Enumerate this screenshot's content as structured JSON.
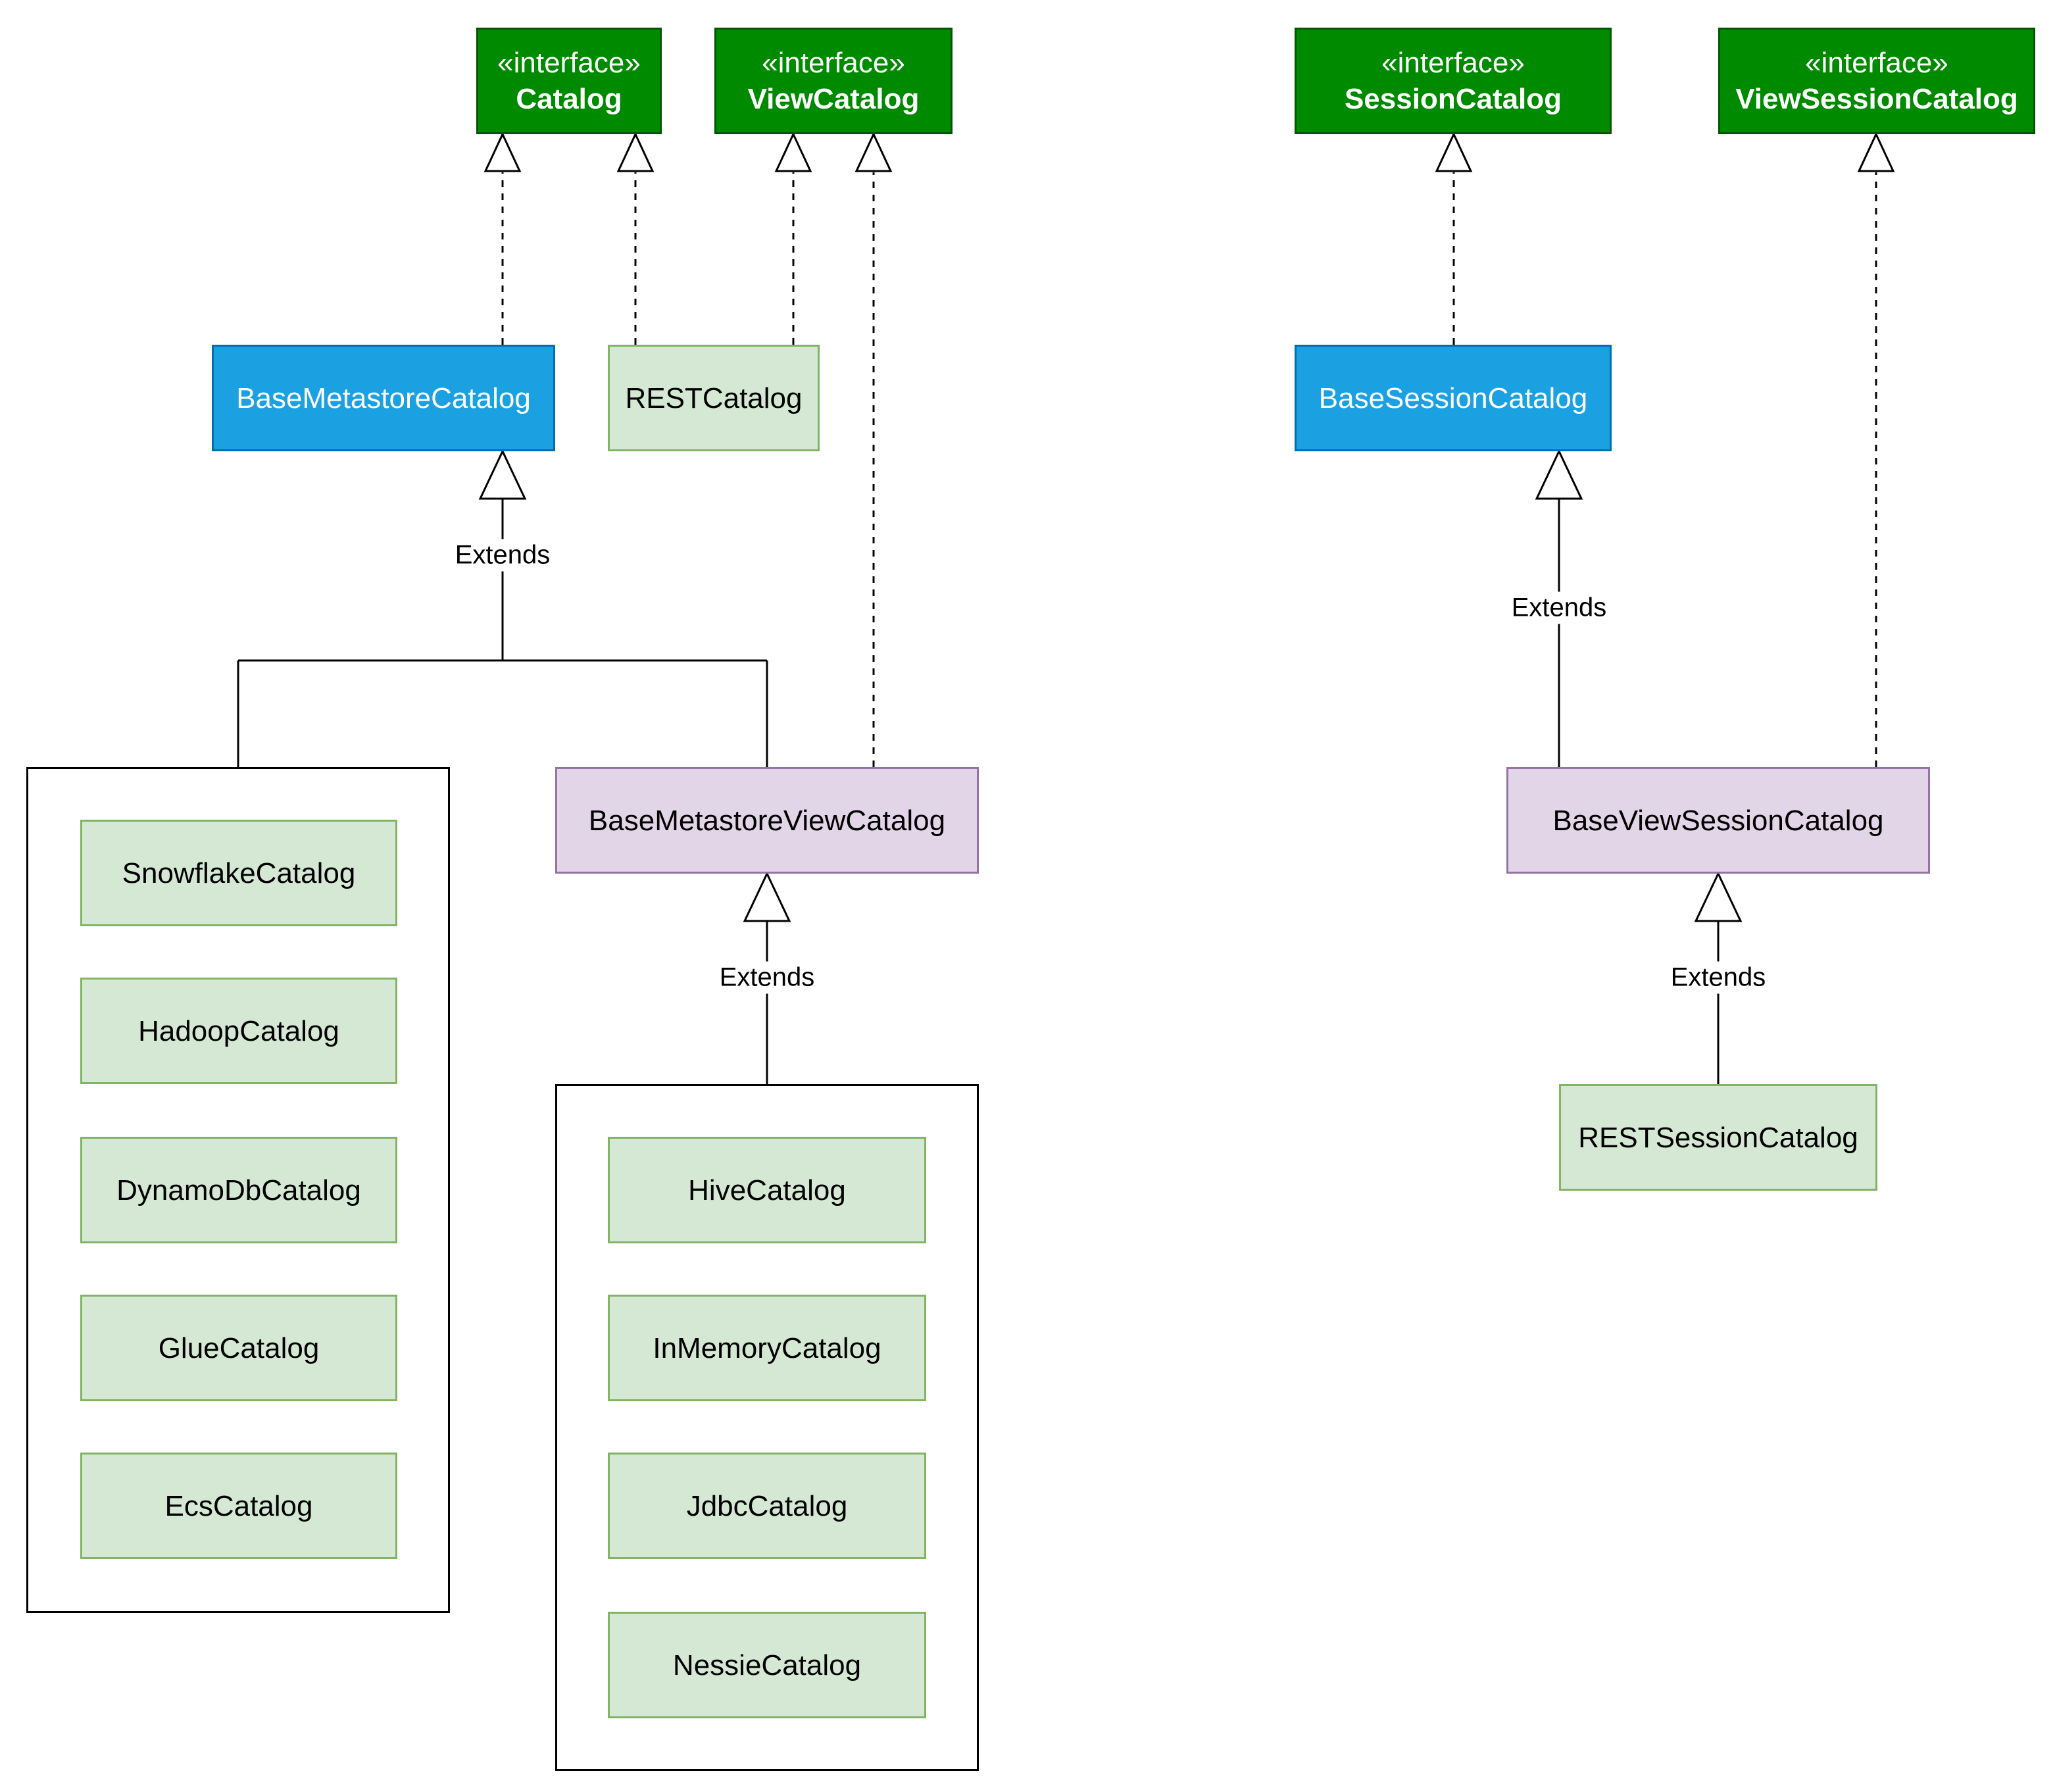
{
  "interfaces": {
    "catalog": {
      "stereotype": "«interface»",
      "name": "Catalog"
    },
    "view_catalog": {
      "stereotype": "«interface»",
      "name": "ViewCatalog"
    },
    "session_catalog": {
      "stereotype": "«interface»",
      "name": "SessionCatalog"
    },
    "view_session_catalog": {
      "stereotype": "«interface»",
      "name": "ViewSessionCatalog"
    }
  },
  "base_classes": {
    "base_metastore_catalog": "BaseMetastoreCatalog",
    "base_session_catalog": "BaseSessionCatalog"
  },
  "mid_classes": {
    "base_metastore_view_catalog": "BaseMetastoreViewCatalog",
    "base_view_session_catalog": "BaseViewSessionCatalog"
  },
  "rest_catalog": "RESTCatalog",
  "rest_session_catalog": "RESTSessionCatalog",
  "left_group": [
    "SnowflakeCatalog",
    "HadoopCatalog",
    "DynamoDbCatalog",
    "GlueCatalog",
    "EcsCatalog"
  ],
  "right_group": [
    "HiveCatalog",
    "InMemoryCatalog",
    "JdbcCatalog",
    "NessieCatalog"
  ],
  "edge_labels": {
    "extends_1": "Extends",
    "extends_2": "Extends",
    "extends_3": "Extends",
    "extends_4": "Extends"
  },
  "colors": {
    "interface_fill": "#008a00",
    "base_fill": "#1ba1e2",
    "mid_fill": "#e1d5e7",
    "impl_fill": "#d5e8d4"
  }
}
